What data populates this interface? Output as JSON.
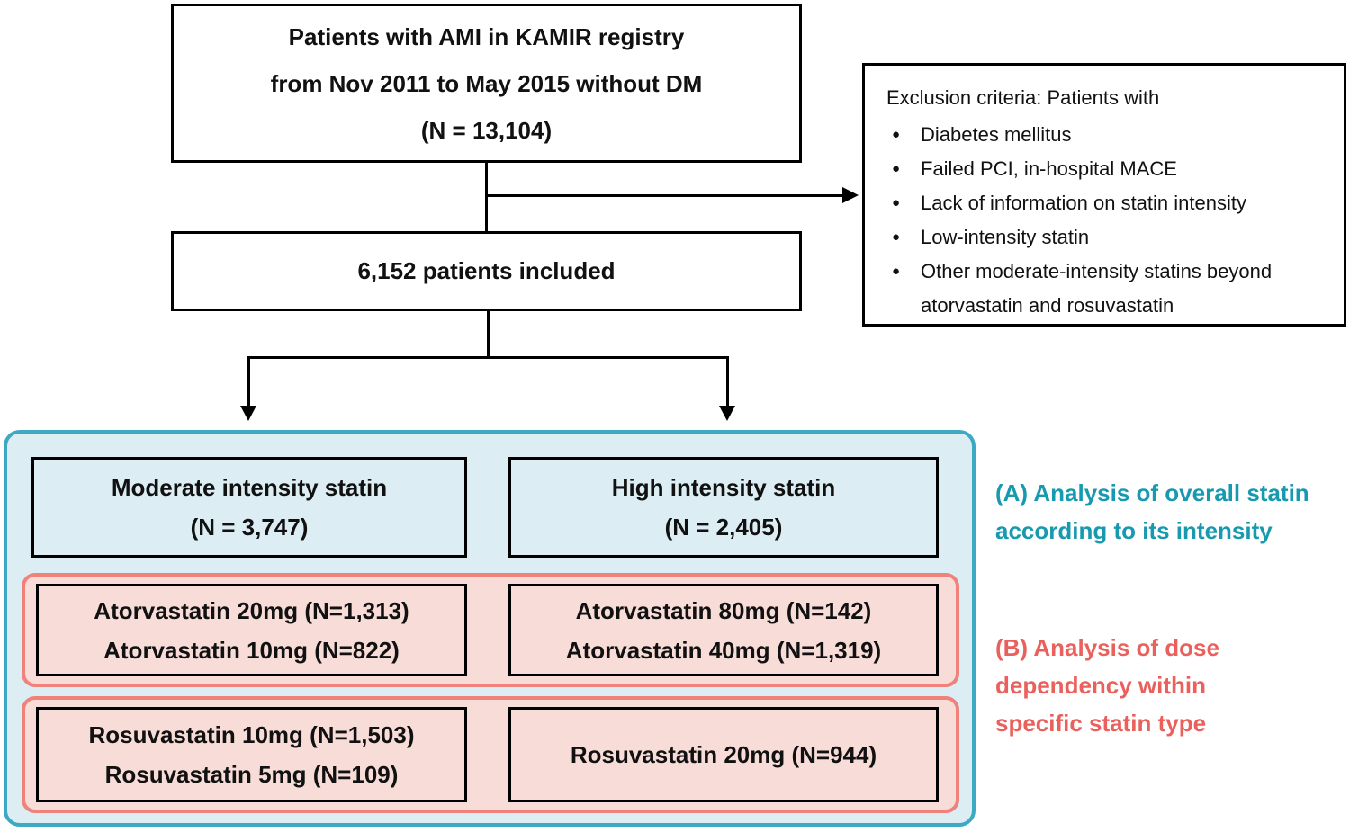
{
  "title_box": {
    "lines": [
      "Patients with AMI in KAMIR registry",
      "from Nov 2011 to May 2015 without DM",
      "(N = 13,104)"
    ]
  },
  "exclusion_box": {
    "title": "Exclusion criteria: Patients with",
    "items": [
      "Diabetes mellitus",
      "Failed PCI, in-hospital MACE",
      "Lack of information on statin intensity",
      "Low-intensity statin",
      "Other moderate-intensity statins beyond atorvastatin and rosuvastatin"
    ]
  },
  "included_box": {
    "label": "6,152 patients included"
  },
  "intensity_boxes": {
    "moderate": {
      "title": "Moderate intensity statin",
      "n": "(N = 3,747)"
    },
    "high": {
      "title": "High intensity statin",
      "n": "(N = 2,405)"
    }
  },
  "atorvastatin_row": {
    "moderate_lines": {
      "0": "Atorvastatin 20mg (N=1,313)",
      "1": "Atorvastatin 10mg (N=822)"
    },
    "high_lines": {
      "0": "Atorvastatin 80mg (N=142)",
      "1": "Atorvastatin 40mg (N=1,319)"
    }
  },
  "rosuvastatin_row": {
    "moderate_lines": {
      "0": "Rosuvastatin 10mg (N=1,503)",
      "1": "Rosuvastatin 5mg (N=109)"
    },
    "high_line": "Rosuvastatin 20mg (N=944)"
  },
  "annotations": {
    "a": {
      "lines": {
        "0": "(A) Analysis of overall statin",
        "1": "according to its intensity"
      }
    },
    "b": {
      "lines": {
        "0": "(B) Analysis of dose",
        "1": "dependency within",
        "2": "specific statin type"
      }
    }
  },
  "colors": {
    "blue_panel_fill": "#dcedf4",
    "blue_panel_border": "#3da9c2",
    "pink_panel_fill": "#f8dcd8",
    "pink_panel_border": "#f0827b",
    "annotation_a_text": "#1799af",
    "annotation_b_text": "#e9605c",
    "box_border": "#000000"
  }
}
